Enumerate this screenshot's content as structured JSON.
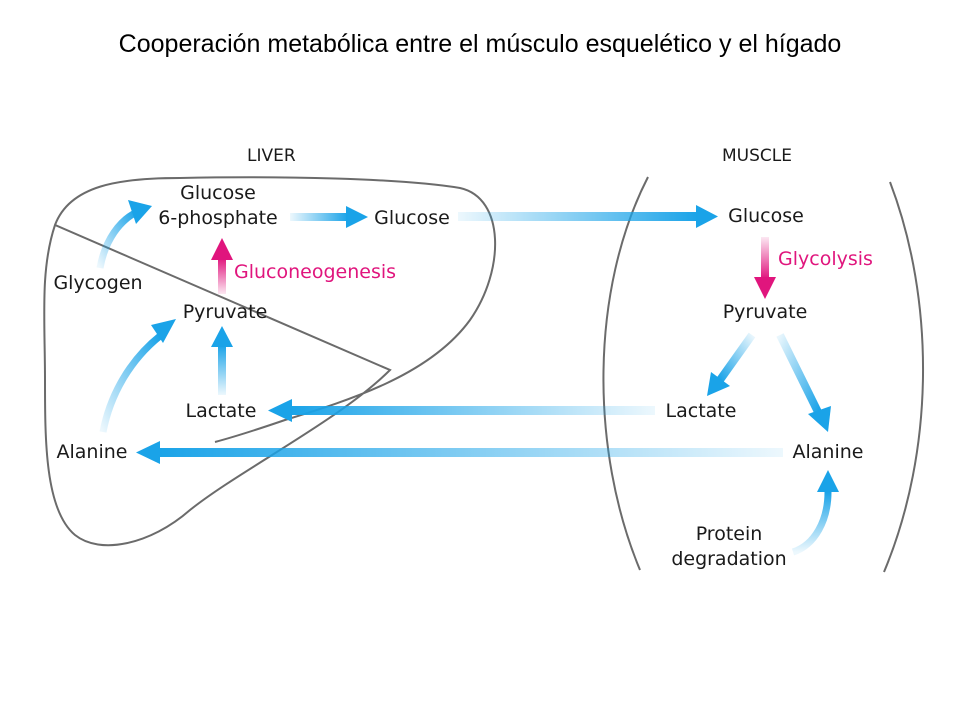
{
  "title": "Cooperación metabólica entre el músculo esquelético y el hígado",
  "regions": {
    "liver": "LIVER",
    "muscle": "MUSCLE"
  },
  "liver": {
    "glucose6p_line1": "Glucose",
    "glucose6p_line2": "6-phosphate",
    "glucose": "Glucose",
    "glycogen": "Glycogen",
    "gluconeogenesis": "Gluconeogenesis",
    "pyruvate": "Pyruvate",
    "lactate": "Lactate",
    "alanine": "Alanine"
  },
  "muscle": {
    "glucose": "Glucose",
    "glycolysis": "Glycolysis",
    "pyruvate": "Pyruvate",
    "lactate": "Lactate",
    "alanine": "Alanine",
    "protein_line1": "Protein",
    "protein_line2": "degradation"
  },
  "colors": {
    "blue": "#1aa3e8",
    "magenta": "#e0157d",
    "outline": "#6b6b6b"
  }
}
